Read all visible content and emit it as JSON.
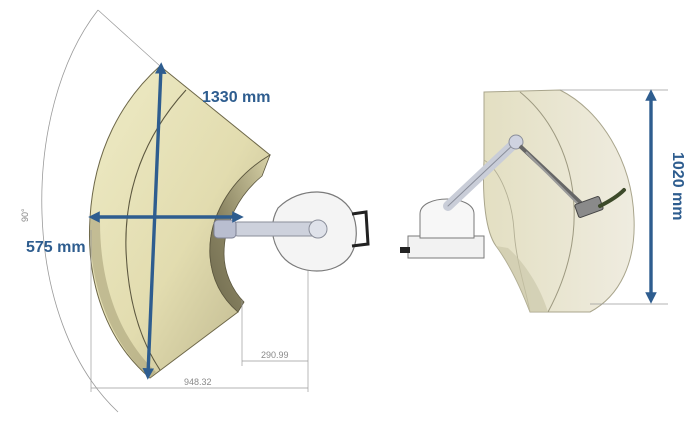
{
  "workspace_top_view": {
    "span_label": "1330 mm",
    "depth_label": "575 mm",
    "angle_label": "90°",
    "offset_dimension": "290.99",
    "overall_dimension": "948.32"
  },
  "workspace_side_view": {
    "height_label": "1020 mm"
  },
  "colors": {
    "dimension_arrow": "#2e5d8f",
    "dimension_text": "#2e5d8f",
    "workspace_fill": "#e6e2b6",
    "workspace_shadow": "#8a8462",
    "side_workspace_fill": "#e9e6cf",
    "robot_body": "#f2f2f2",
    "robot_arm": "#c9cdd8",
    "construction_line": "#9a9a9a"
  },
  "icons": [
    "robot-base-icon",
    "robot-arm-icon",
    "end-effector-icon"
  ]
}
